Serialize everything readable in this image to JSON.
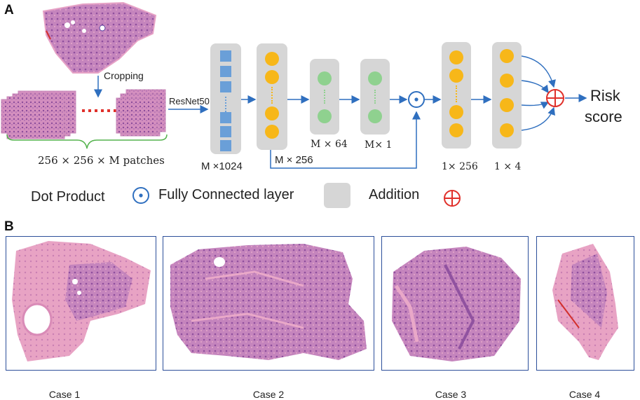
{
  "panel_a": {
    "label": "A",
    "cropping": "Cropping",
    "resnet": "ResNet50",
    "patches": "256 × 256 × M patches",
    "dims": {
      "d1024": "M ×1024",
      "d256": "M × 256",
      "d64": "M × 64",
      "d1": "M× 1",
      "d1x256": "1× 256",
      "d1x4": "1 × 4"
    },
    "output": {
      "line1": "Risk",
      "line2": "score"
    },
    "legend": {
      "dot_product": "Dot Product",
      "fc_layer": "Fully Connected layer",
      "addition": "Addition"
    }
  },
  "panel_b": {
    "label": "B",
    "cases": [
      "Case 1",
      "Case 2",
      "Case 3",
      "Case 4"
    ]
  },
  "colors": {
    "arrow": "#2f6fbf",
    "box_gray": "#d6d6d6",
    "blue_square": "#6a9fd8",
    "yellow_node": "#f7b719",
    "green_node": "#8fd18f",
    "addition_red": "#e0302a",
    "case_border": "#2c4f9a",
    "tissue_pink": "#e39ac0",
    "tissue_purple": "#9c5aa6"
  }
}
